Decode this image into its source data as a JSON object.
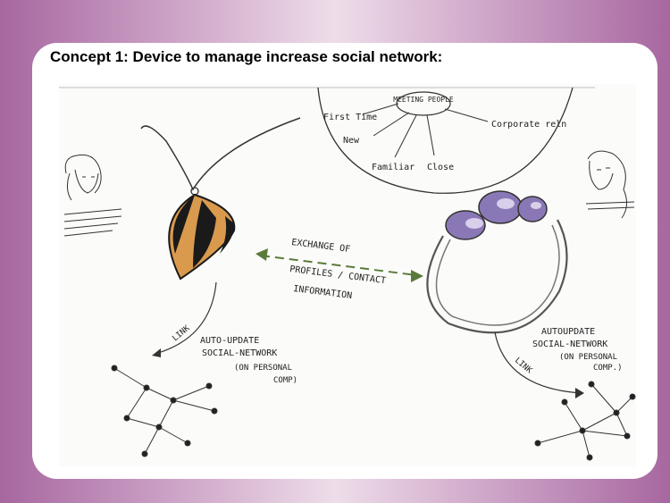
{
  "slide": {
    "title": "Concept 1: Device to manage increase social network:"
  },
  "sketch": {
    "meeting_bubble": {
      "center": "MEETING PEOPLE",
      "branches": [
        "First Time",
        "New",
        "Familiar",
        "Close",
        "Corporate reln"
      ]
    },
    "exchange_label": [
      "EXCHANGE OF",
      "PROFILES / CONTACT",
      "INFORMATION"
    ],
    "left_device": {
      "link_label": "LINK",
      "update_label": [
        "AUTO-UPDATE",
        "SOCIAL-NETWORK",
        "(ON PERSONAL",
        "COMP)"
      ]
    },
    "right_device": {
      "link_label": "LINK",
      "update_label": [
        "AUTOUPDATE",
        "SOCIAL-NETWORK",
        "(ON PERSONAL",
        "COMP.)"
      ]
    },
    "colors": {
      "pendant_orange": "#d99a4e",
      "pendant_black": "#1a1a1a",
      "bracelet_purple": "#8a78b6",
      "arrow_green": "#5a7a3a"
    }
  }
}
